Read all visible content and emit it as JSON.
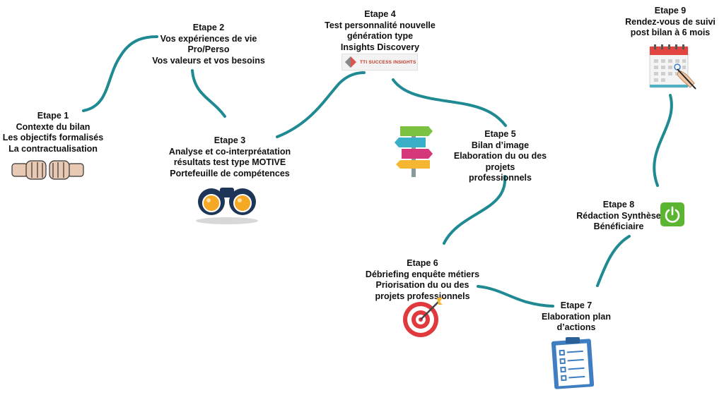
{
  "steps": [
    {
      "title": "Etape 1",
      "lines": [
        "Contexte du bilan",
        "Les objectifs formalisés",
        "La contractualisation"
      ]
    },
    {
      "title": "Etape 2",
      "lines": [
        "Vos expériences de vie",
        "Pro/Perso",
        "Vos valeurs et vos besoins"
      ]
    },
    {
      "title": "Etape 3",
      "lines": [
        "Analyse et co-interpréatation",
        "résultats test type MOTIVE",
        "Portefeuille de compétences"
      ]
    },
    {
      "title": "Etape 4",
      "lines": [
        "Test personnalité nouvelle",
        "génération type",
        "Insights Discovery"
      ]
    },
    {
      "title": "Etape 5",
      "lines": [
        "Bilan d’image",
        "Elaboration du ou des projets",
        "professionnels"
      ]
    },
    {
      "title": "Etape 6",
      "lines": [
        "Débriefing enquête métiers",
        "Priorisation du ou des",
        "projets professionnels"
      ]
    },
    {
      "title": "Etape 7",
      "lines": [
        "Elaboration plan",
        "d’actions"
      ]
    },
    {
      "title": "Etape 8",
      "lines": [
        "Rédaction Synthèse",
        "Bénéficiaire"
      ]
    },
    {
      "title": "Etape 9",
      "lines": [
        "Rendez-vous de suivi",
        "post bilan à 6 mois"
      ]
    }
  ],
  "logo": {
    "text": "TTI SUCCESS INSIGHTS"
  },
  "icons": {
    "step1": "fists-icon",
    "step3": "binoculars-icon",
    "step4": "tti-logo-icon",
    "step5": "signpost-icon",
    "step6": "target-icon",
    "step7": "clipboard-icon",
    "step8": "power-button-icon",
    "step9": "calendar-icon"
  },
  "colors": {
    "path": "#1f8a92",
    "power": "#5cb531"
  }
}
